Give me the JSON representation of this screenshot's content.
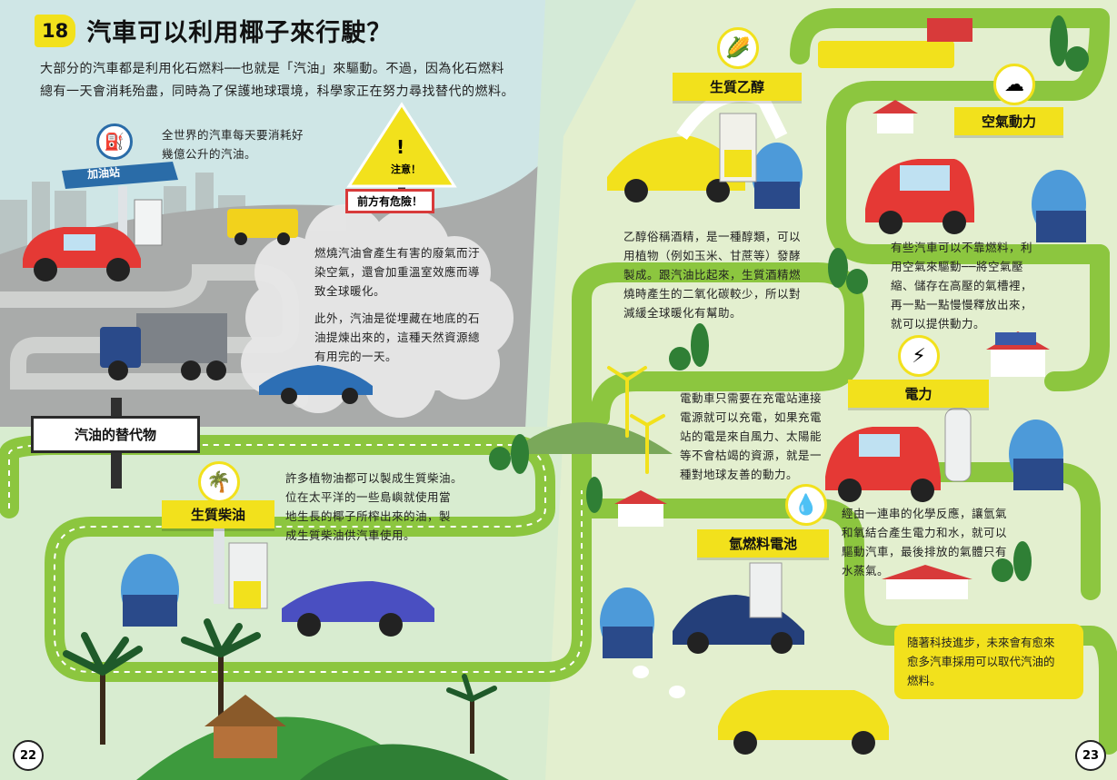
{
  "chapter": {
    "number": "18",
    "title": "汽車可以利用椰子來行駛？"
  },
  "intro": "大部分的汽車都是利用化石燃料──也就是「汽油」來驅動。不過，因為化石燃料\n總有一天會消耗殆盡，同時為了保護地球環境，科學家正在努力尋找替代的燃料。",
  "gas_station": {
    "label": "加油站",
    "fact": "全世界的汽車每天要消耗好\n幾億公升的汽油。"
  },
  "warning": {
    "sign_text": "注意！",
    "banner": "前方有危險！",
    "paragraph1": "燃燒汽油會產生有害的廢氣而汙\n染空氣，還會加重溫室效應而導\n致全球暖化。",
    "paragraph2": "此外，汽油是從埋藏在地底的石\n油提煉出來的，這種天然資源總\n有用完的一天。"
  },
  "alternatives_sign": "汽油的替代物",
  "biodiesel": {
    "label": "生質柴油",
    "text": "許多植物油都可以製成生質柴油。\n位在太平洋的一些島嶼就使用當\n地生長的椰子所榨出來的油，製\n成生質柴油供汽車使用。"
  },
  "bioethanol": {
    "label": "生質乙醇",
    "text": "乙醇俗稱酒精，是一種醇類，可以\n用植物（例如玉米、甘蔗等）發酵\n製成。跟汽油比起來，生質酒精燃\n燒時產生的二氧化碳較少，所以對\n減緩全球暖化有幫助。"
  },
  "air_power": {
    "label": "空氣動力",
    "text": "有些汽車可以不靠燃料，利\n用空氣來驅動──將空氣壓\n縮、儲存在高壓的氣槽裡，\n再一點一點慢慢釋放出來，\n就可以提供動力。"
  },
  "electric": {
    "label": "電力",
    "text": "電動車只需要在充電站連接\n電源就可以充電，如果充電\n站的電是來自風力、太陽能\n等不會枯竭的資源，就是一\n種對地球友善的動力。"
  },
  "hydrogen": {
    "label": "氫燃料電池",
    "text": "經由一連串的化學反應，讓氫氣\n和氧結合產生電力和水，就可以\n驅動汽車，最後排放的氣體只有\n水蒸氣。"
  },
  "future_bubble": "隨著科技進步，未來會有愈來\n愈多汽車採用可以取代汽油的\n燃料。",
  "page_numbers": {
    "left": "22",
    "right": "23"
  },
  "colors": {
    "road": "#8cc63f",
    "sky": "#cfe6e6",
    "hill": "#a8aaa8",
    "accent_yellow": "#f2e11c",
    "road_line": "#ffffff"
  }
}
